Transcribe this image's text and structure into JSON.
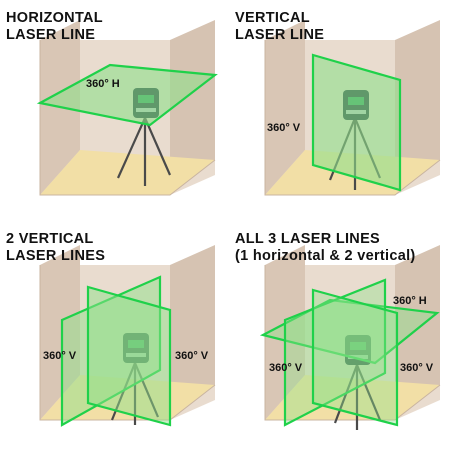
{
  "panels": [
    {
      "id": "horizontal",
      "title_lines": [
        "HORIZONTAL",
        "LASER LINE"
      ],
      "tags": [
        "360° H"
      ]
    },
    {
      "id": "vertical",
      "title_lines": [
        "VERTICAL",
        "LASER LINE"
      ],
      "tags": [
        "360° V"
      ]
    },
    {
      "id": "two-vertical",
      "title_lines": [
        "2 VERTICAL",
        "LASER LINES"
      ],
      "tags": [
        "360° V",
        "360° V"
      ]
    },
    {
      "id": "all-three",
      "title_lines": [
        "ALL 3 LASER LINES",
        "(1 horizontal & 2 vertical)"
      ],
      "tags": [
        "360° H",
        "360° V",
        "360° V"
      ]
    }
  ],
  "colors": {
    "laser_line": "#1fd14a",
    "laser_fill": "#8fe08a",
    "wall_light": "#e9dccf",
    "wall_shade": "#d6c3b2",
    "floor": "#f2dfa6",
    "edge": "#c9b4a0",
    "device_body": "#1a2f3a",
    "device_accent": "#2a9a5a",
    "tripod": "#4a4a4a"
  },
  "icons": {
    "device": "laser-level-icon",
    "tripod": "tripod-icon"
  }
}
